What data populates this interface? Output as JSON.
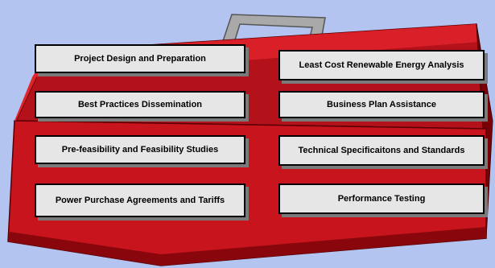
{
  "colors": {
    "background": "#b4c4f0",
    "toolbox_front": "#c8141c",
    "toolbox_dark": "#7a0008",
    "toolbox_light": "#e0242c",
    "handle": "#a9a9a9",
    "card_fill": "#e6e6e6"
  },
  "cards": {
    "project_design": "Project Design and Preparation",
    "best_practices": "Best Practices Dissemination",
    "prefeasibility": "Pre-feasibility and Feasibility Studies",
    "ppa_tariffs": "Power Purchase Agreements and Tariffs",
    "least_cost": "Least Cost Renewable Energy Analysis",
    "business_plan": "Business Plan Assistance",
    "technical_specs": "Technical Specificaitons and Standards",
    "performance_testing": "Performance Testing"
  }
}
